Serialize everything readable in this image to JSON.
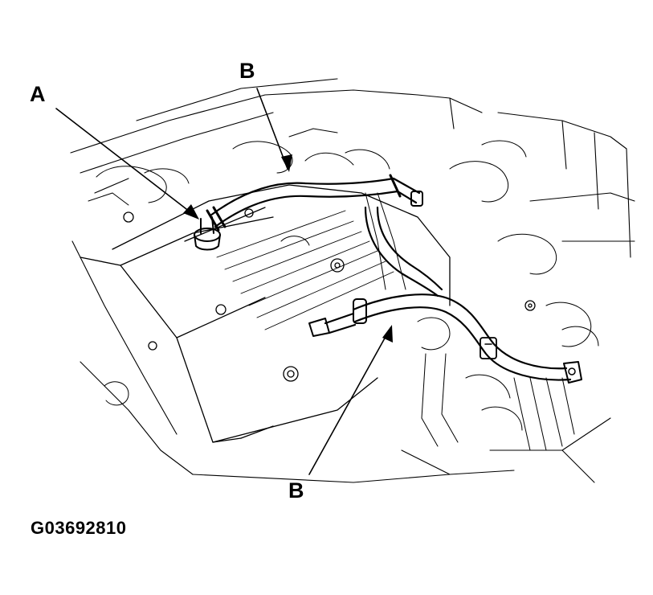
{
  "labels": {
    "a": "A",
    "b_upper": "B",
    "b_lower": "B"
  },
  "figure_code": "G03692810",
  "colors": {
    "line": "#000000",
    "background": "#ffffff"
  }
}
